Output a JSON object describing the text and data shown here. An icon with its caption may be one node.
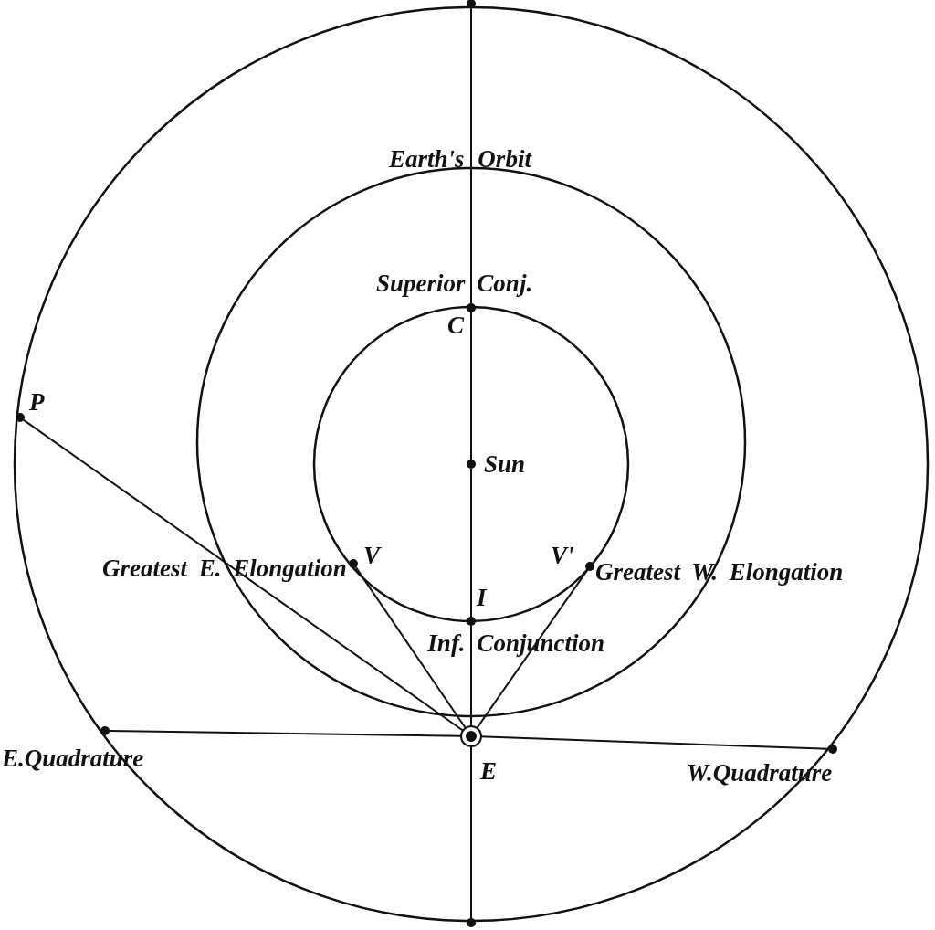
{
  "diagram": {
    "nodes": [
      {
        "text": [],
        "shape": "circle"
      },
      {
        "text": [
          "C"
        ],
        "beside": [
          "Superior Conj."
        ]
      },
      {
        "text": [
          "Sun"
        ]
      },
      {
        "text": [
          "I"
        ],
        "beside": [
          "Inf. Conjunction"
        ]
      },
      {
        "text": [
          "E"
        ]
      },
      {
        "text": [
          "P"
        ]
      },
      {
        "text": [
          "V"
        ],
        "beside": [
          "Greatest E. Elongation"
        ]
      },
      {
        "text": [
          "V'"
        ],
        "beside": [
          "Greatest W. Elongation"
        ]
      },
      {
        "text": [
          "E.Quadrature"
        ]
      },
      {
        "text": [
          "W.Quadrature"
        ]
      },
      {
        "text": [],
        "shape": "circle"
      }
    ],
    "edges": [
      {
        "from": 0,
        "to": 1,
        "arrow": "none"
      },
      {
        "from": 1,
        "to": 2,
        "arrow": "none"
      },
      {
        "from": 2,
        "to": 3,
        "arrow": "none"
      },
      {
        "from": 3,
        "to": 4,
        "arrow": "none"
      },
      {
        "from": 4,
        "to": 10,
        "arrow": "none"
      },
      {
        "from": 4,
        "to": 5,
        "arrow": "none"
      },
      {
        "from": 4,
        "to": 6,
        "arrow": "none"
      },
      {
        "from": 4,
        "to": 7,
        "arrow": "none"
      },
      {
        "from": 4,
        "to": 8,
        "arrow": "none"
      },
      {
        "from": 4,
        "to": 9,
        "arrow": "none"
      }
    ],
    "labels": [
      "Earth's Orbit"
    ]
  }
}
